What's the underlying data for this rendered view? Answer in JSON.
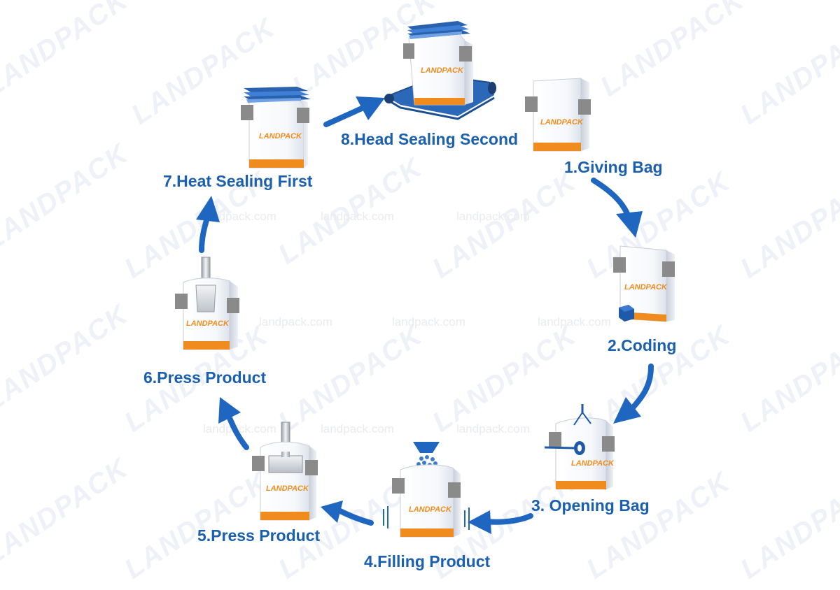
{
  "watermark": {
    "brand": "LANDPACK",
    "url": "landpack.com"
  },
  "bag_brand": "LANDPACK",
  "colors": {
    "label": "#1b5fb0",
    "arrow": "#1e66c0",
    "bag_stripe": "#f08c1e",
    "bag_blue": "#2a7bd0",
    "clamp": "#8a8a8a",
    "sealer": "#3f7fd6",
    "conveyor": "#2b68b8"
  },
  "steps": [
    {
      "id": "giving-bag",
      "label": "1.Giving Bag"
    },
    {
      "id": "coding",
      "label": "2.Coding"
    },
    {
      "id": "opening-bag",
      "label": "3. Opening Bag"
    },
    {
      "id": "filling-product",
      "label": "4.Filling Product"
    },
    {
      "id": "press-product-5",
      "label": "5.Press Product"
    },
    {
      "id": "press-product-6",
      "label": "6.Press Product"
    },
    {
      "id": "heat-sealing-first",
      "label": "7.Heat Sealing First"
    },
    {
      "id": "head-sealing-second",
      "label": "8.Head Sealing Second"
    }
  ]
}
